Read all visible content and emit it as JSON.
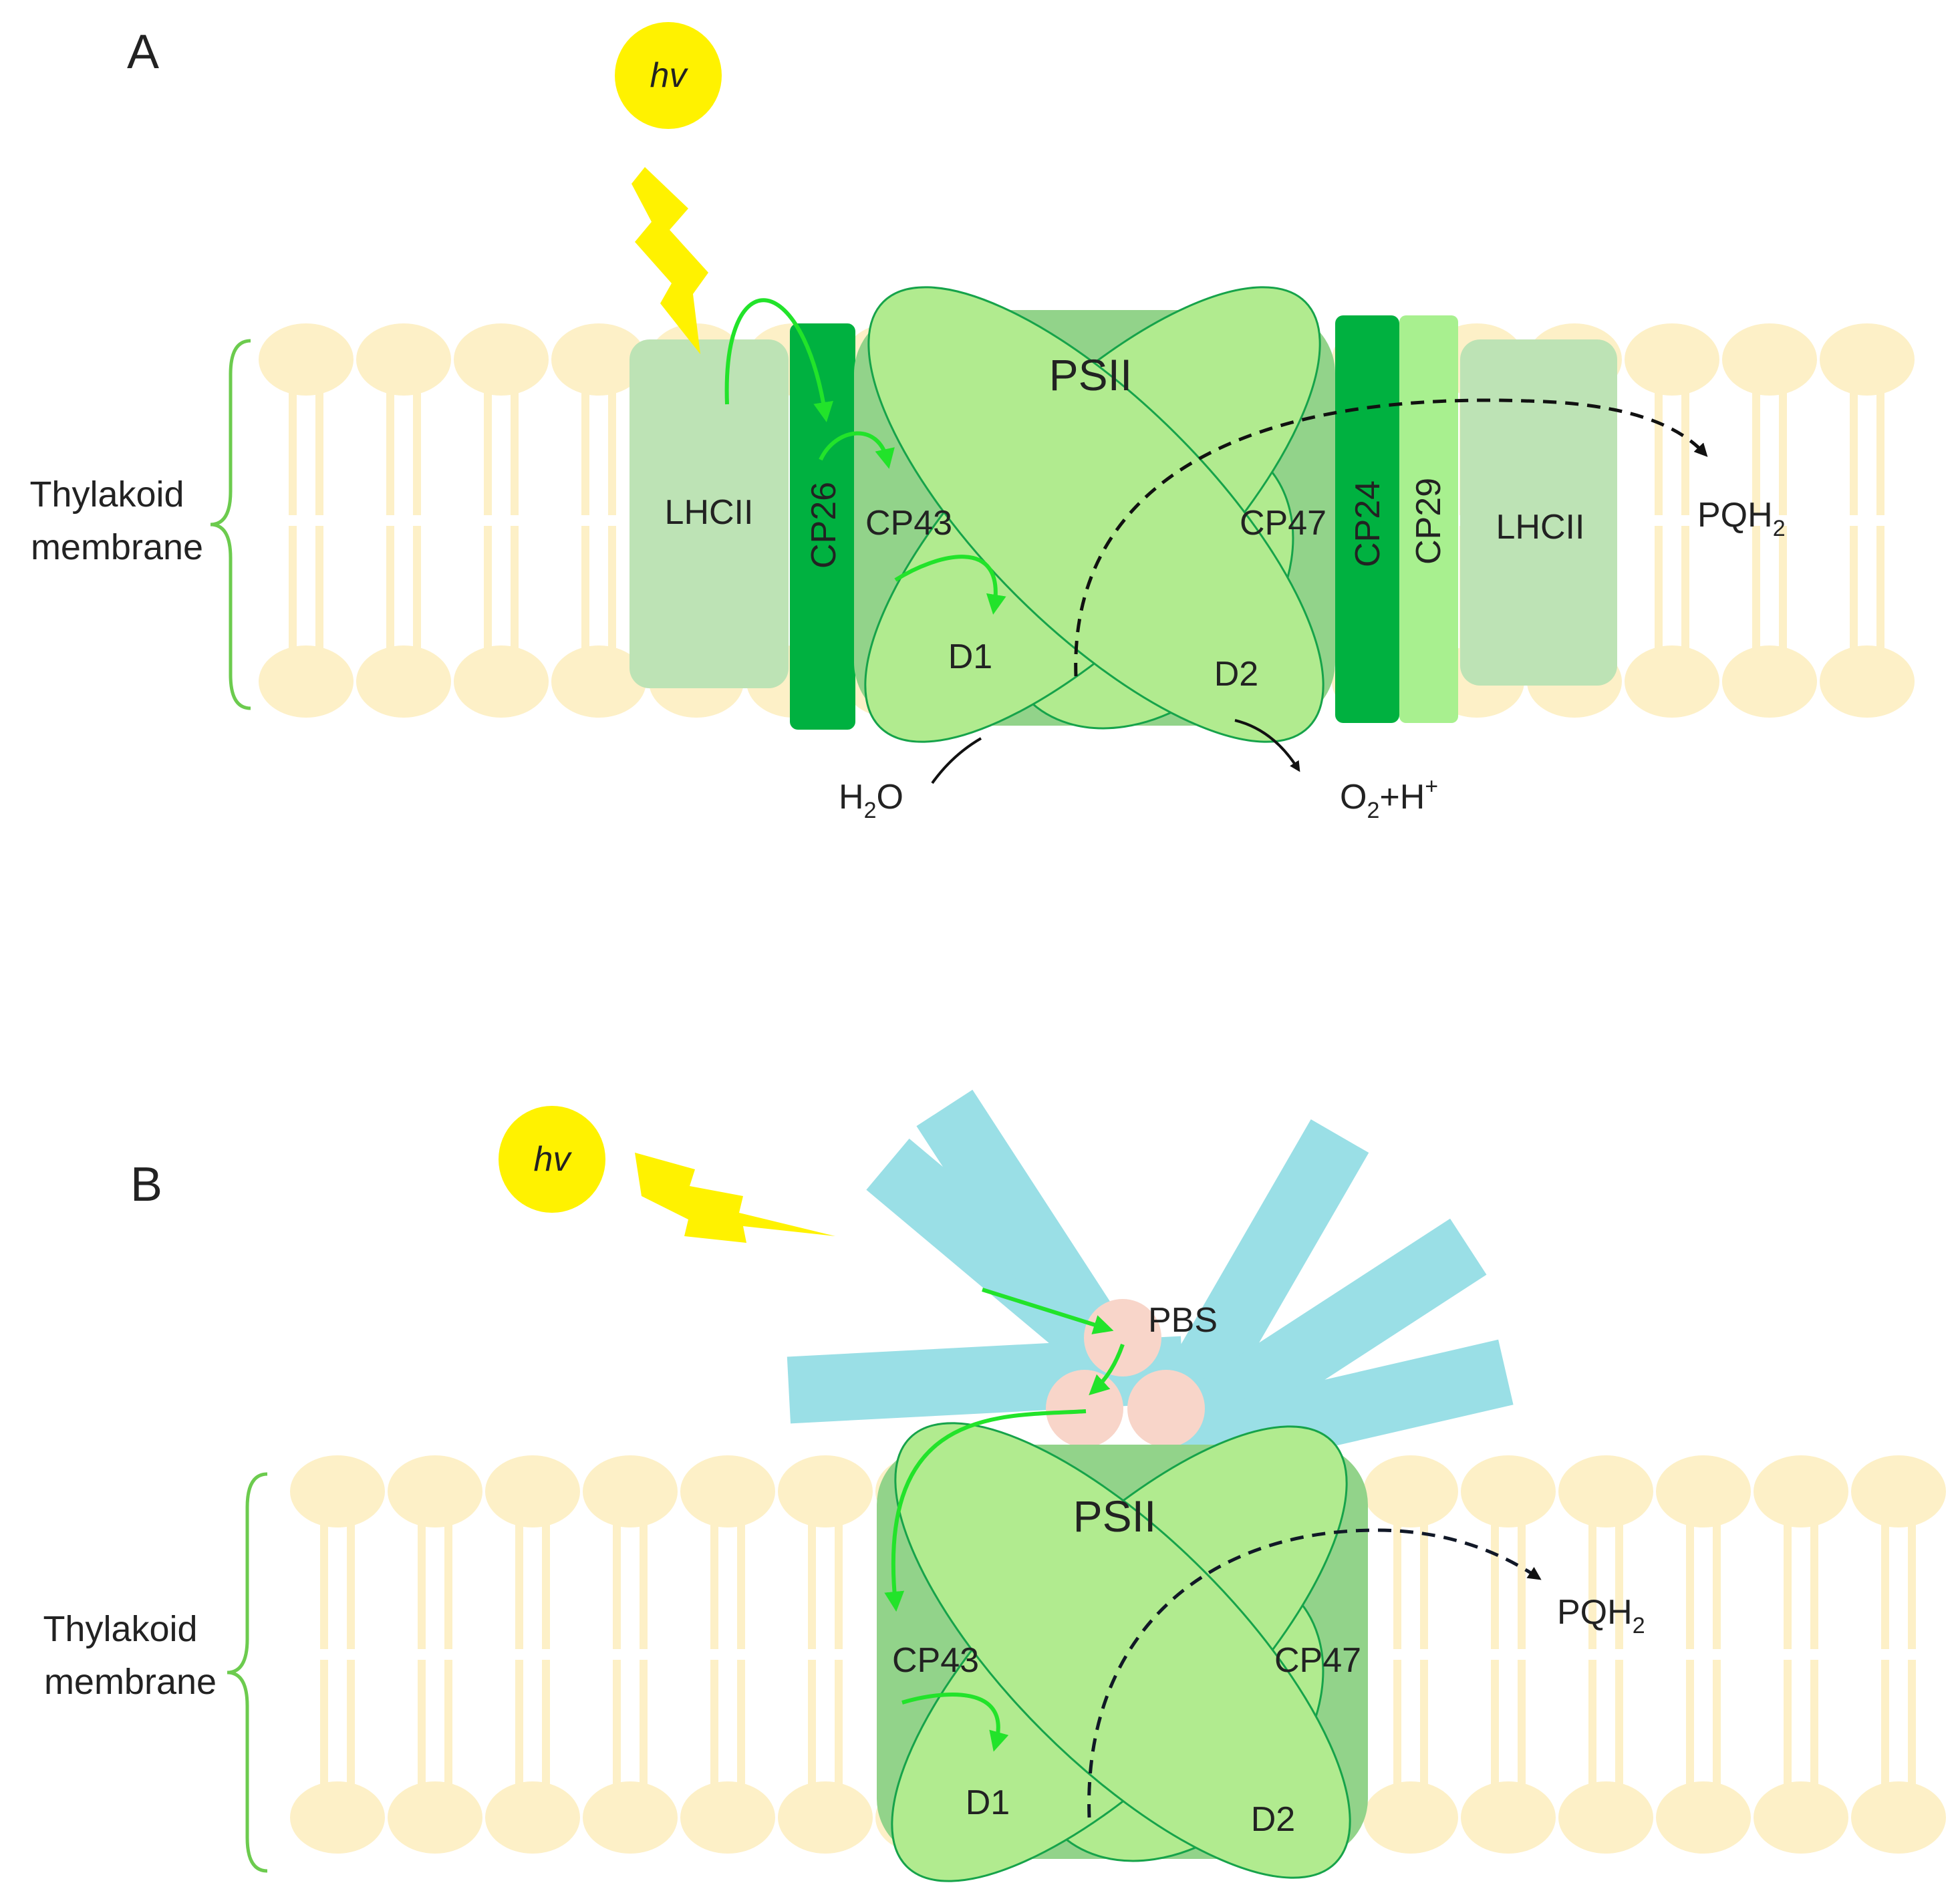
{
  "colors": {
    "lipid": "#FDF0C7",
    "lhcii": "#BDE3B5",
    "cp_dark": "#00B140",
    "cp_light": "#A8F08F",
    "psii_box": "#92D38A",
    "subunit": "#B1EB8F",
    "subunit_stroke": "#16A34A",
    "arrow_green": "#22E32A",
    "sun": "#FFF200",
    "pbs_rod": "#9ADFE6",
    "pbs_core": "#F8D5C9",
    "brace": "#6CCB4E",
    "text": "#222222"
  },
  "panel_a": {
    "label": "A",
    "light": "hv",
    "membrane_label_line1": "Thylakoid",
    "membrane_label_line2": "membrane",
    "lhcii_left": "LHCII",
    "cp26": "CP26",
    "psii": "PSII",
    "cp43": "CP43",
    "cp47": "CP47",
    "d1": "D1",
    "d2": "D2",
    "cp24": "CP24",
    "cp29": "CP29",
    "lhcii_right": "LHCII",
    "pqh2_base": "PQH",
    "pqh2_sub": "2",
    "h2o_h": "H",
    "h2o_sub": "2",
    "h2o_o": "O",
    "o2_o": "O",
    "o2_sub": "2",
    "o2_rest": "+H",
    "o2_sup": "+"
  },
  "panel_b": {
    "label": "B",
    "light": "hv",
    "membrane_label_line1": "Thylakoid",
    "membrane_label_line2": "membrane",
    "pbs": "PBS",
    "psii": "PSII",
    "cp43": "CP43",
    "cp47": "CP47",
    "d1": "D1",
    "d2": "D2",
    "pqh2_base": "PQH",
    "pqh2_sub": "2"
  }
}
